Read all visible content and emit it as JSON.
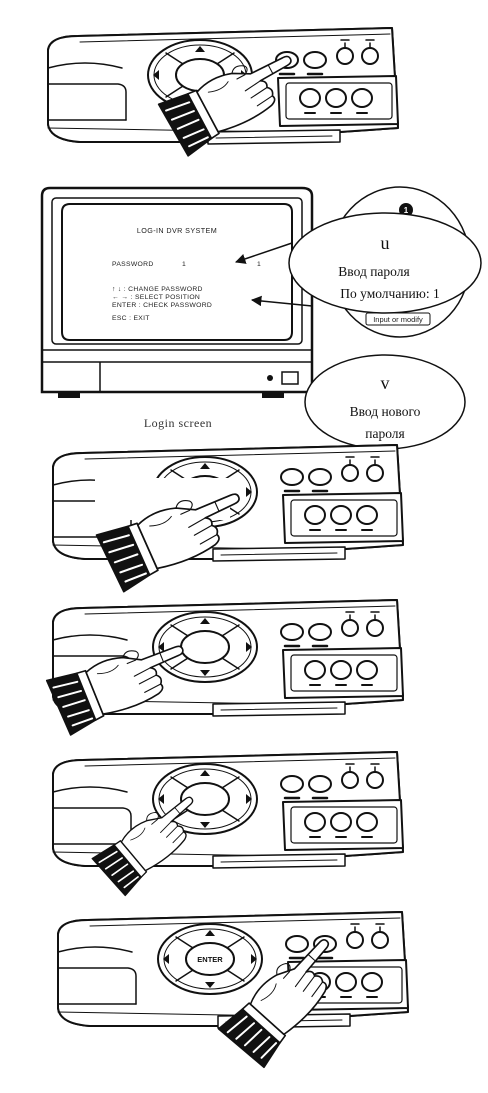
{
  "colors": {
    "paper": "#ffffff",
    "ink": "#111111"
  },
  "monitor": {
    "icon": "monitor-icon",
    "screen": {
      "title": "LOG-IN DVR SYSTEM",
      "password_label": "PASSWORD",
      "password_value": "1",
      "cursor_value": "1",
      "help": [
        "↑ ↓ : CHANGE PASSWORD",
        "← → : SELECT POSITION",
        "ENTER : CHECK PASSWORD",
        "ESC : EXIT"
      ]
    },
    "caption": "Login screen"
  },
  "remote": {
    "icon": "remote-control-icon",
    "badge": "1",
    "caption": "Input or modify"
  },
  "callouts": [
    {
      "marker": "u",
      "lines": [
        "Ввод пароля",
        "По умолчанию: 1"
      ]
    },
    {
      "marker": "v",
      "lines": [
        "Ввод нового",
        "пароля"
      ]
    }
  ],
  "steps": {
    "panel_icon": "dvr-front-panel-icon",
    "hand_icon": "pointing-hand-icon",
    "last_center_button": "ENTER"
  }
}
